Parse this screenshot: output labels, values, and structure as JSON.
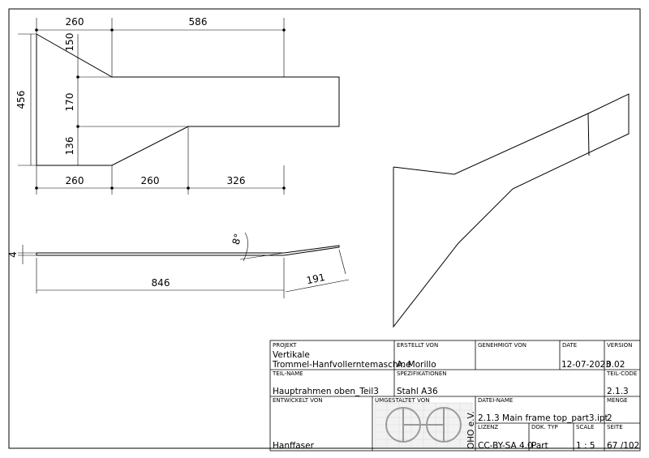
{
  "drawing": {
    "top_view": {
      "dims_top": [
        "260",
        "586"
      ],
      "dims_left": [
        "456"
      ],
      "dims_inner": [
        "150",
        "170",
        "136"
      ],
      "dims_bottom": [
        "260",
        "260",
        "326"
      ]
    },
    "side_view": {
      "thickness": "4",
      "angle": "8°",
      "length": "846",
      "bent_length": "191"
    }
  },
  "title_block": {
    "projekt_label": "PROJEKT",
    "projekt_line1": "Vertikale",
    "projekt_line2": "Trommel-Hanfvollerntemaschine",
    "erstellt_label": "ERSTELLT VON",
    "erstellt_value": "A. Morillo",
    "genehmigt_label": "GENEHMIGT VON",
    "genehmigt_value": "",
    "date_label": "DATE",
    "date_value": "12-07-2023",
    "version_label": "VERSION",
    "version_value": "0.02",
    "teilname_label": "TEIL-NAME",
    "teilname_value": "Hauptrahmen oben_Teil3",
    "spez_label": "SPEZIFIKATIONEN",
    "spez_value": "Stahl A36",
    "teilcode_label": "TEIL-CODE",
    "teilcode_value": "2.1.3",
    "entwickelt_label": "ENTWICKELT VON",
    "entwickelt_value": "Hanffaser",
    "umgestaltet_label": "UMGESTALTET VON",
    "dateiname_label": "DATEI-NAME",
    "dateiname_value": "2.1.3 Main frame top_part3.ipt",
    "menge_label": "MENGE",
    "menge_value": "2",
    "oho_text": "OHO e.V.",
    "lizenz_label": "LIZENZ",
    "lizenz_value": "CC-BY-SA 4.0",
    "doktyp_label": "DOK. TYP",
    "doktyp_value": "Part",
    "scale_label": "SCALE",
    "scale_value": "1 : 5",
    "seite_label": "SEITE",
    "seite_value": "67 /102"
  }
}
